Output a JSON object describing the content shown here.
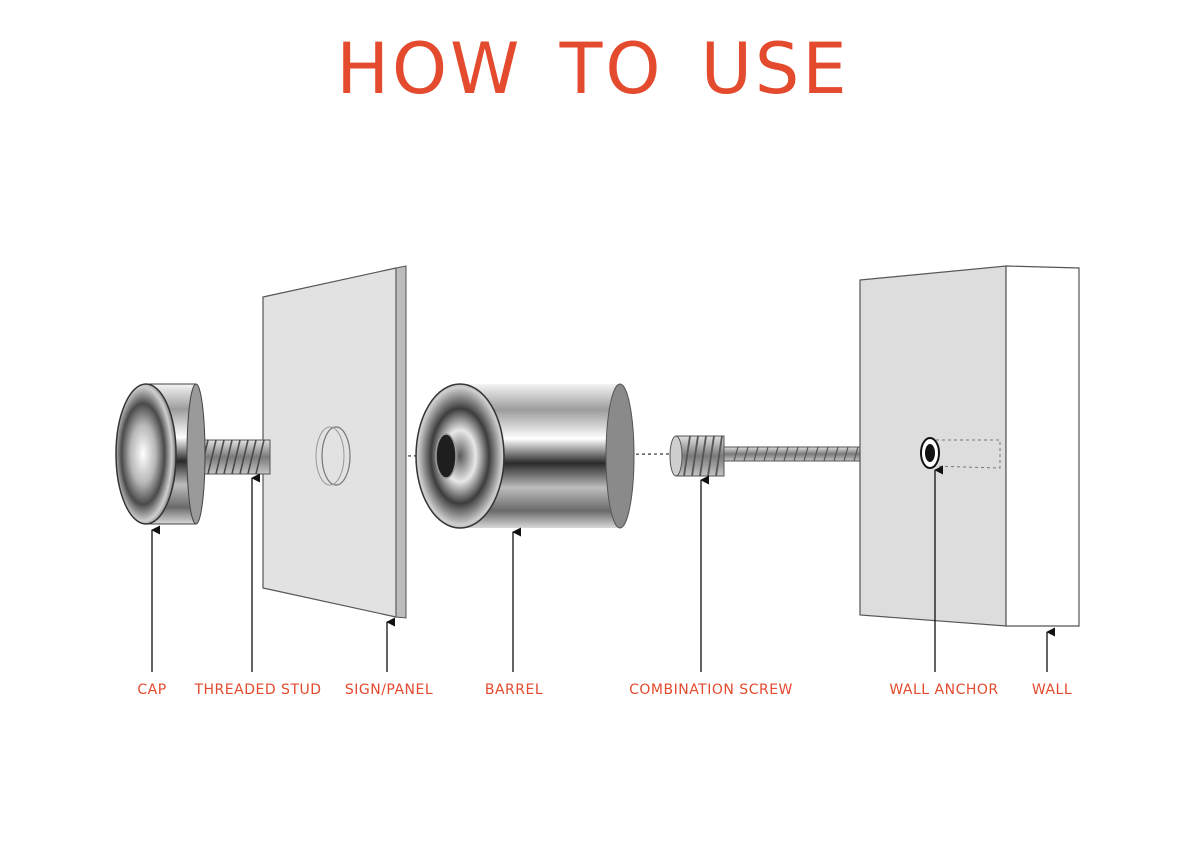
{
  "title": "HOW TO USE",
  "accent_color": "#e34a2e",
  "labels": [
    {
      "id": "cap",
      "text": "CAP"
    },
    {
      "id": "threaded-stud",
      "text": "THREADED STUD"
    },
    {
      "id": "sign-panel",
      "text": "SIGN/PANEL"
    },
    {
      "id": "barrel",
      "text": "BARREL"
    },
    {
      "id": "combination-screw",
      "text": "COMBINATION SCREW"
    },
    {
      "id": "wall-anchor",
      "text": "WALL ANCHOR"
    },
    {
      "id": "wall",
      "text": "WALL"
    }
  ]
}
